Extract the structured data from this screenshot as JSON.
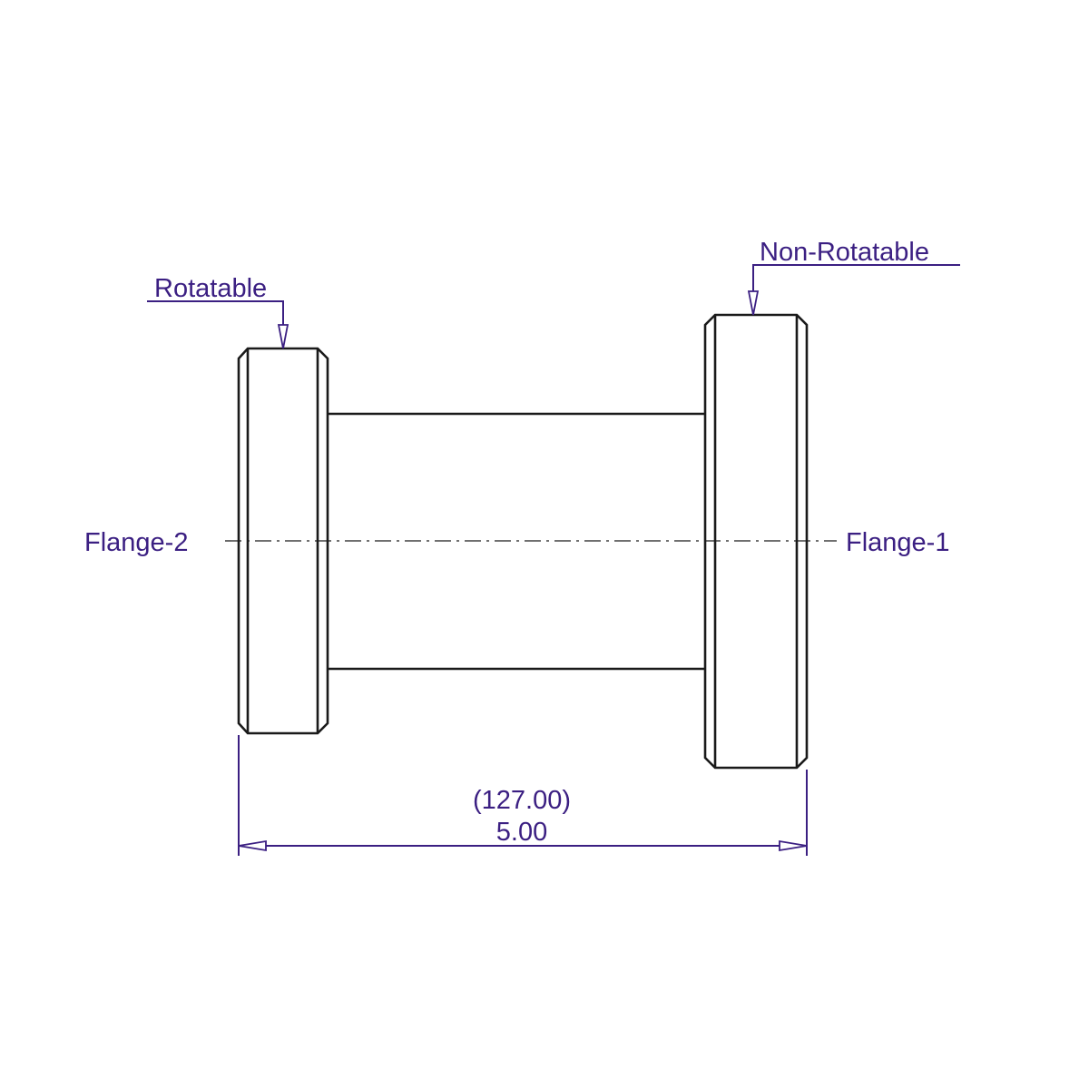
{
  "labels": {
    "rotatable": "Rotatable",
    "non_rotatable": "Non-Rotatable",
    "flange_2": "Flange-2",
    "flange_1": "Flange-1"
  },
  "dimension": {
    "metric": "(127.00)",
    "imperial": "5.00"
  },
  "colors": {
    "annotation": "#3b1f82",
    "part": "#1a1a1a"
  }
}
